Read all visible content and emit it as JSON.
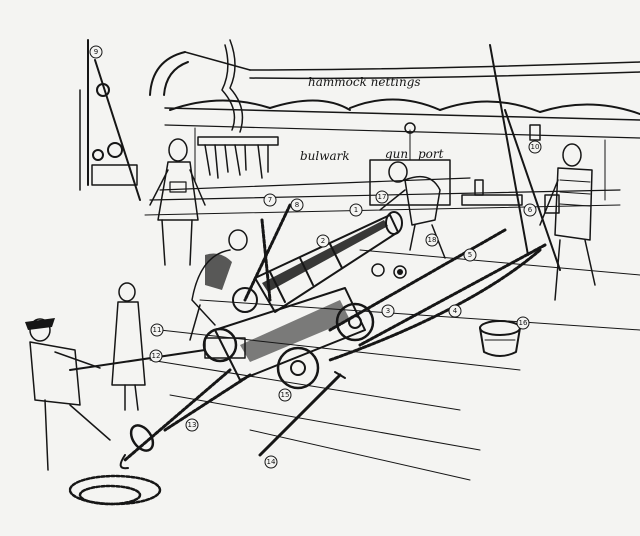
{
  "labels": {
    "hammock_nettings": "hammock nettings",
    "bulwark": "bulwark",
    "gun_port_1": "gun",
    "gun_port_2": "port"
  },
  "callouts": [
    "9",
    "7",
    "8",
    "1",
    "2",
    "3",
    "4",
    "5",
    "6",
    "10",
    "11",
    "12",
    "13",
    "14",
    "15",
    "16",
    "17",
    "18"
  ]
}
